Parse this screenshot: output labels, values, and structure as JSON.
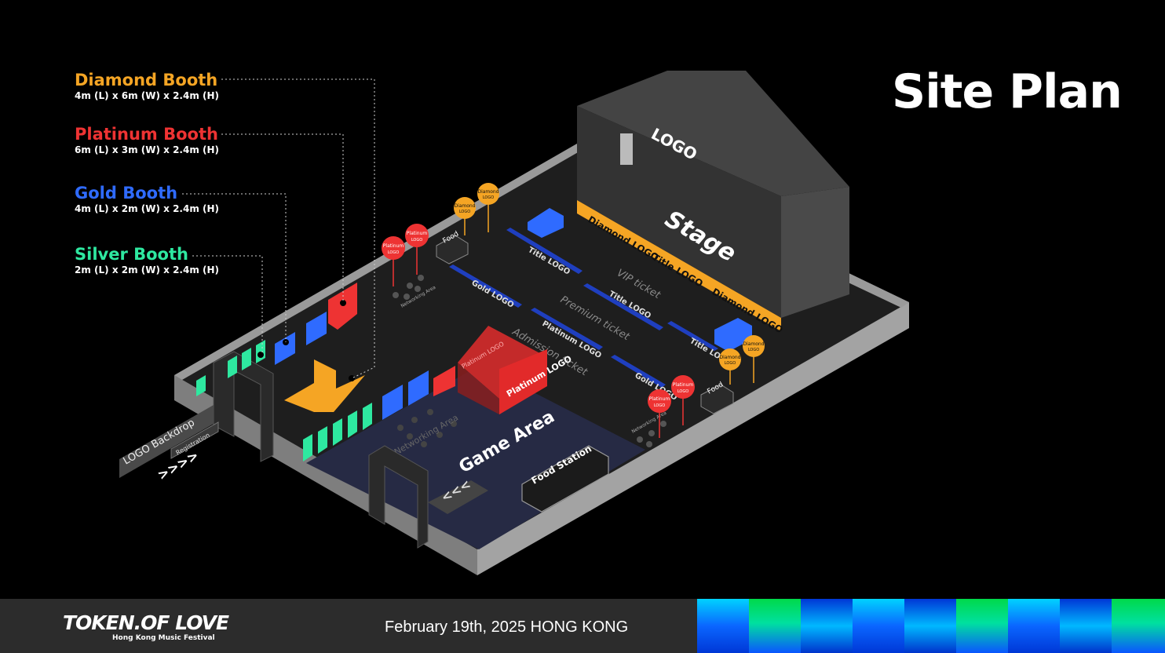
{
  "title": "Site Plan",
  "legend": [
    {
      "name": "Diamond Booth",
      "dims": "4m (L) x 6m (W) x 2.4m (H)",
      "color": "#f5a524"
    },
    {
      "name": "Platinum Booth",
      "dims": "6m (L) x 3m (W) x 2.4m (H)",
      "color": "#ee3333"
    },
    {
      "name": "Gold Booth",
      "dims": "4m (L) x 2m (W) x 2.4m (H)",
      "color": "#2f6bff"
    },
    {
      "name": "Silver Booth",
      "dims": "2m (L) x 2m (W) x 2.4m (H)",
      "color": "#2ee8a0"
    }
  ],
  "map": {
    "stage_logo": "LOGO",
    "stage": "Stage",
    "stage_band": {
      "left": "Diamond LOGO",
      "mid": "Title LOGO",
      "right": "Diamond LOGO"
    },
    "vip_ticket": "VIP ticket",
    "premium_ticket": "Premium ticket",
    "admission_ticket": "Admission ticket",
    "title_logo_1": "Title LOGO",
    "title_logo_2": "Title LOGO",
    "title_logo_3": "Title LOGO",
    "gold_logo_1": "Gold LOGO",
    "gold_logo_2": "Gold LOGO",
    "platinum_logo_row": "Platinum LOGO",
    "food_1": "Food",
    "food_2": "Food",
    "networking_1": "Networking Area",
    "networking_2": "Networking Area",
    "networking_3": "Networking Area",
    "game_area": "Game Area",
    "food_station": "Food Station",
    "logo_backdrop": "LOGO Backdrop",
    "registration": "Registration",
    "platinum_tent_front": "Platinum LOGO",
    "platinum_tent_side": "Platinum LOGO",
    "balloon_platinum": "Platinum",
    "balloon_diamond": "Diamond",
    "balloon_logo": "LOGO"
  },
  "footer": {
    "brand": "TOKEN.OF LOVE",
    "brand_sub": "Hong Kong Music Festival",
    "date_location": "February 19th, 2025  HONG KONG"
  },
  "colors": {
    "diamond": "#f5a524",
    "platinum": "#ee3333",
    "gold": "#2f6bff",
    "silver": "#2ee8a0",
    "floor": "#1e1e1e",
    "wall": "#8a8a8a",
    "stage": "#3a3a3a",
    "game_floor": "#262a44"
  }
}
